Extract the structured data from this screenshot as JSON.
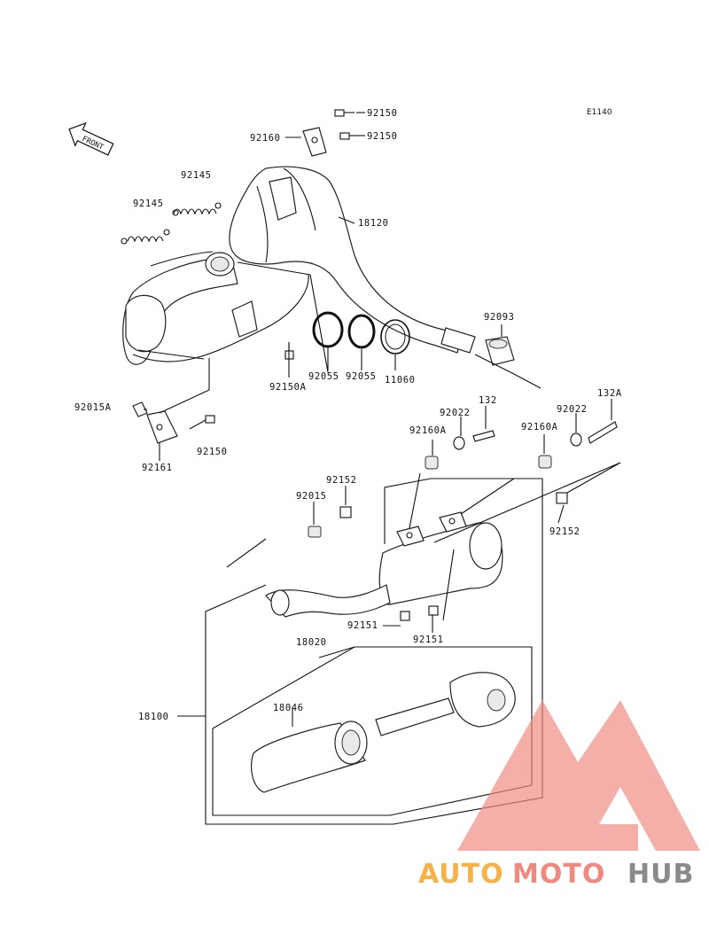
{
  "diagram": {
    "code": "E1140",
    "front_label": "FRONT",
    "callouts": [
      {
        "id": "c-92150-a",
        "text": "92150"
      },
      {
        "id": "c-92160",
        "text": "92160"
      },
      {
        "id": "c-92150-b",
        "text": "92150"
      },
      {
        "id": "c-92145-a",
        "text": "92145"
      },
      {
        "id": "c-92145-b",
        "text": "92145"
      },
      {
        "id": "c-18120",
        "text": "18120"
      },
      {
        "id": "c-92093",
        "text": "92093"
      },
      {
        "id": "c-92055-a",
        "text": "92055"
      },
      {
        "id": "c-92055-b",
        "text": "92055"
      },
      {
        "id": "c-11060",
        "text": "11060"
      },
      {
        "id": "c-92150a",
        "text": "92150A"
      },
      {
        "id": "c-92015a",
        "text": "92015A"
      },
      {
        "id": "c-92150-c",
        "text": "92150"
      },
      {
        "id": "c-92161",
        "text": "92161"
      },
      {
        "id": "c-132",
        "text": "132"
      },
      {
        "id": "c-132a",
        "text": "132A"
      },
      {
        "id": "c-92022-a",
        "text": "92022"
      },
      {
        "id": "c-92022-b",
        "text": "92022"
      },
      {
        "id": "c-92160a-a",
        "text": "92160A"
      },
      {
        "id": "c-92160a-b",
        "text": "92160A"
      },
      {
        "id": "c-92152-a",
        "text": "92152"
      },
      {
        "id": "c-92015",
        "text": "92015"
      },
      {
        "id": "c-92152-b",
        "text": "92152"
      },
      {
        "id": "c-92151-a",
        "text": "92151"
      },
      {
        "id": "c-92151-b",
        "text": "92151"
      },
      {
        "id": "c-18020",
        "text": "18020"
      },
      {
        "id": "c-18046",
        "text": "18046"
      },
      {
        "id": "c-18100",
        "text": "18100"
      }
    ]
  },
  "watermark": {
    "word_1": "AUTO",
    "word_2": "MOTO",
    "word_3": "HUB",
    "color_1": "#f3b34a",
    "color_2": "#ef8a80",
    "color_3": "#8a8a8a",
    "triangle_color": "#ef8a80"
  }
}
